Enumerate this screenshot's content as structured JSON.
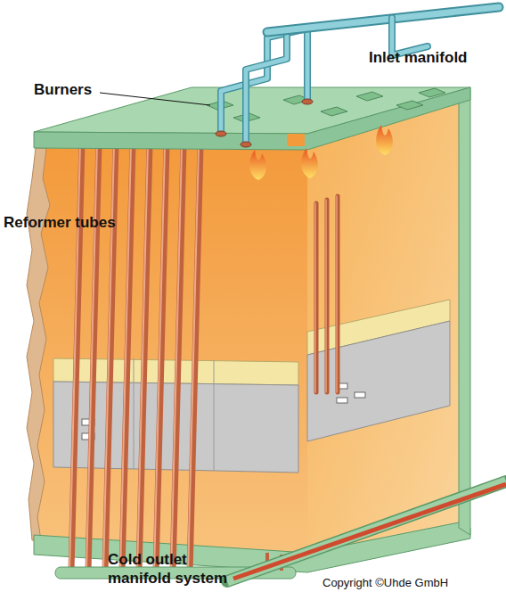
{
  "diagram": {
    "labels": [
      "Inlet manifold",
      "Burners",
      "Reformer tubes",
      "Cold outlet manifold system",
      "Copyright ©Uhde GmbH"
    ]
  }
}
